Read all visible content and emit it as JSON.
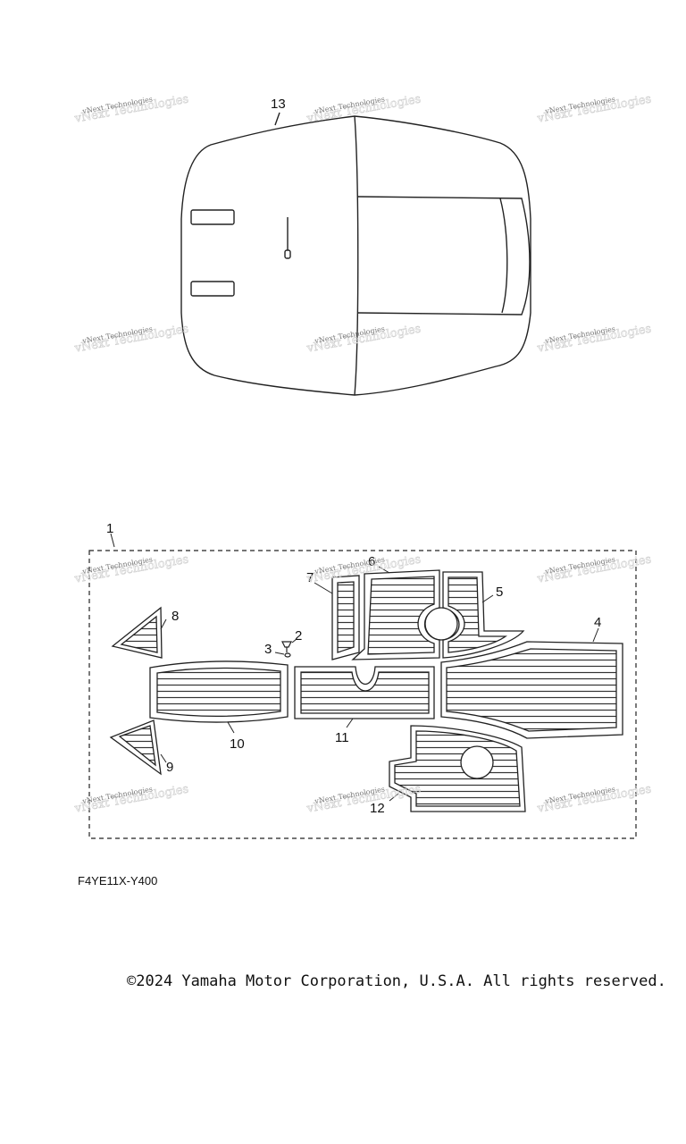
{
  "callouts": {
    "c1": "1",
    "c2": "2",
    "c3": "3",
    "c4": "4",
    "c5": "5",
    "c6": "6",
    "c7": "7",
    "c8": "8",
    "c9": "9",
    "c10": "10",
    "c11": "11",
    "c12": "12",
    "c13": "13"
  },
  "watermark": {
    "text": "vNext Technologies"
  },
  "diagram_code": "F4YE11X-Y400",
  "copyright": "©2024 Yamaha Motor Corporation, U.S.A. All rights reserved."
}
